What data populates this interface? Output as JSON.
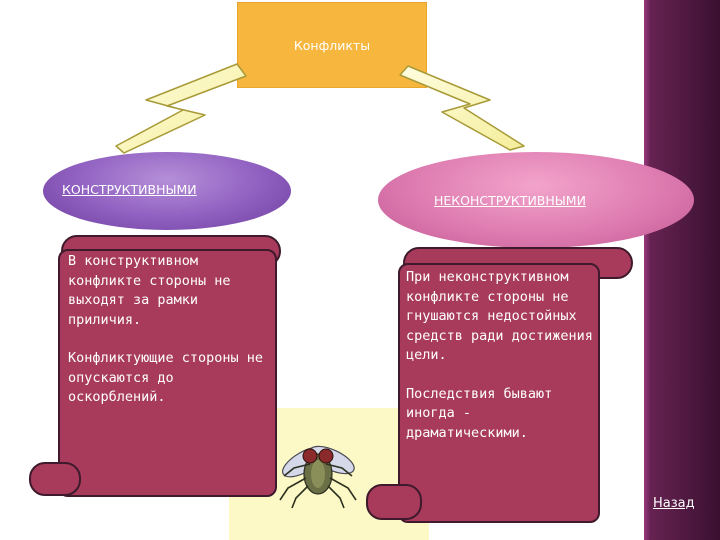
{
  "diagram": {
    "top": {
      "title": "Конфликты"
    },
    "left": {
      "label": "КОНСТРУКТИВНЫМИ",
      "paragraphs": [
        "В конструктивном конфликте стороны не выходят за рамки приличия.",
        "Конфликтующие стороны не опускаются до оскорблений."
      ]
    },
    "right": {
      "label": "НЕКОНСТРУКТИВНЫМИ",
      "paragraphs": [
        "При неконструктивном конфликте стороны не гнушаются недостойных средств ради достижения цели.",
        "Последствия бывают иногда - драматическими."
      ]
    }
  },
  "navigation": {
    "back_label": "Назад"
  },
  "icons": {
    "connector": "lightning-bolt-icon",
    "picture": "fly-icon"
  },
  "colors": {
    "top_box": "#f7b73f",
    "left_ellipse": "#8f5fc0",
    "right_ellipse": "#de7cb0",
    "scroll_fill": "#a83b5c",
    "side_strip": "#5a1d48",
    "center_panel": "#fcf9c6"
  }
}
